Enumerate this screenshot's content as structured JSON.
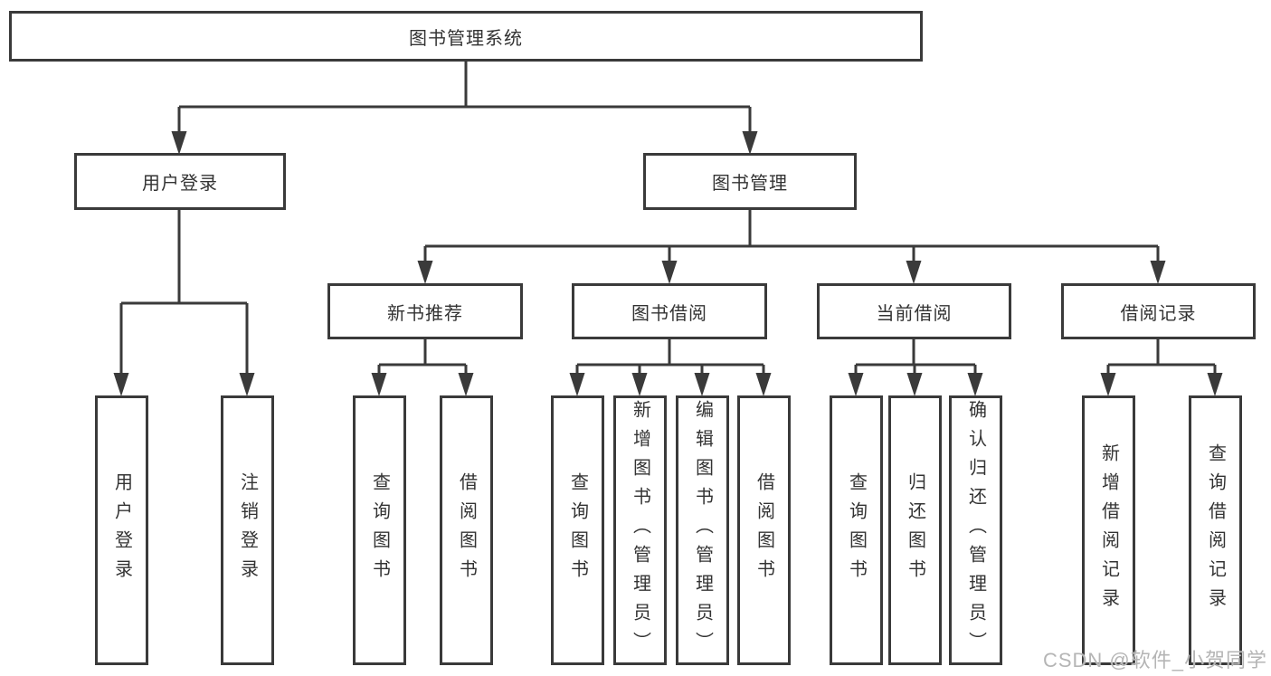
{
  "tree": {
    "label": "图书管理系统",
    "children": [
      {
        "label": "用户登录",
        "children": [
          {
            "label": "用户登录"
          },
          {
            "label": "注销登录"
          }
        ]
      },
      {
        "label": "图书管理",
        "children": [
          {
            "label": "新书推荐",
            "children": [
              {
                "label": "查询图书"
              },
              {
                "label": "借阅图书"
              }
            ]
          },
          {
            "label": "图书借阅",
            "children": [
              {
                "label": "查询图书"
              },
              {
                "label": "新增图书（管理员）"
              },
              {
                "label": "编辑图书（管理员）"
              },
              {
                "label": "借阅图书"
              }
            ]
          },
          {
            "label": "当前借阅",
            "children": [
              {
                "label": "查询图书"
              },
              {
                "label": "归还图书"
              },
              {
                "label": "确认归还（管理员）"
              }
            ]
          },
          {
            "label": "借阅记录",
            "children": [
              {
                "label": "新增借阅记录"
              },
              {
                "label": "查询借阅记录"
              }
            ]
          }
        ]
      }
    ]
  },
  "watermark": "CSDN @软件_小贺同学",
  "colors": {
    "line": "#3a3a3a",
    "text": "#333333",
    "box_fill": "#ffffff",
    "watermark": "#b5b5b5"
  }
}
